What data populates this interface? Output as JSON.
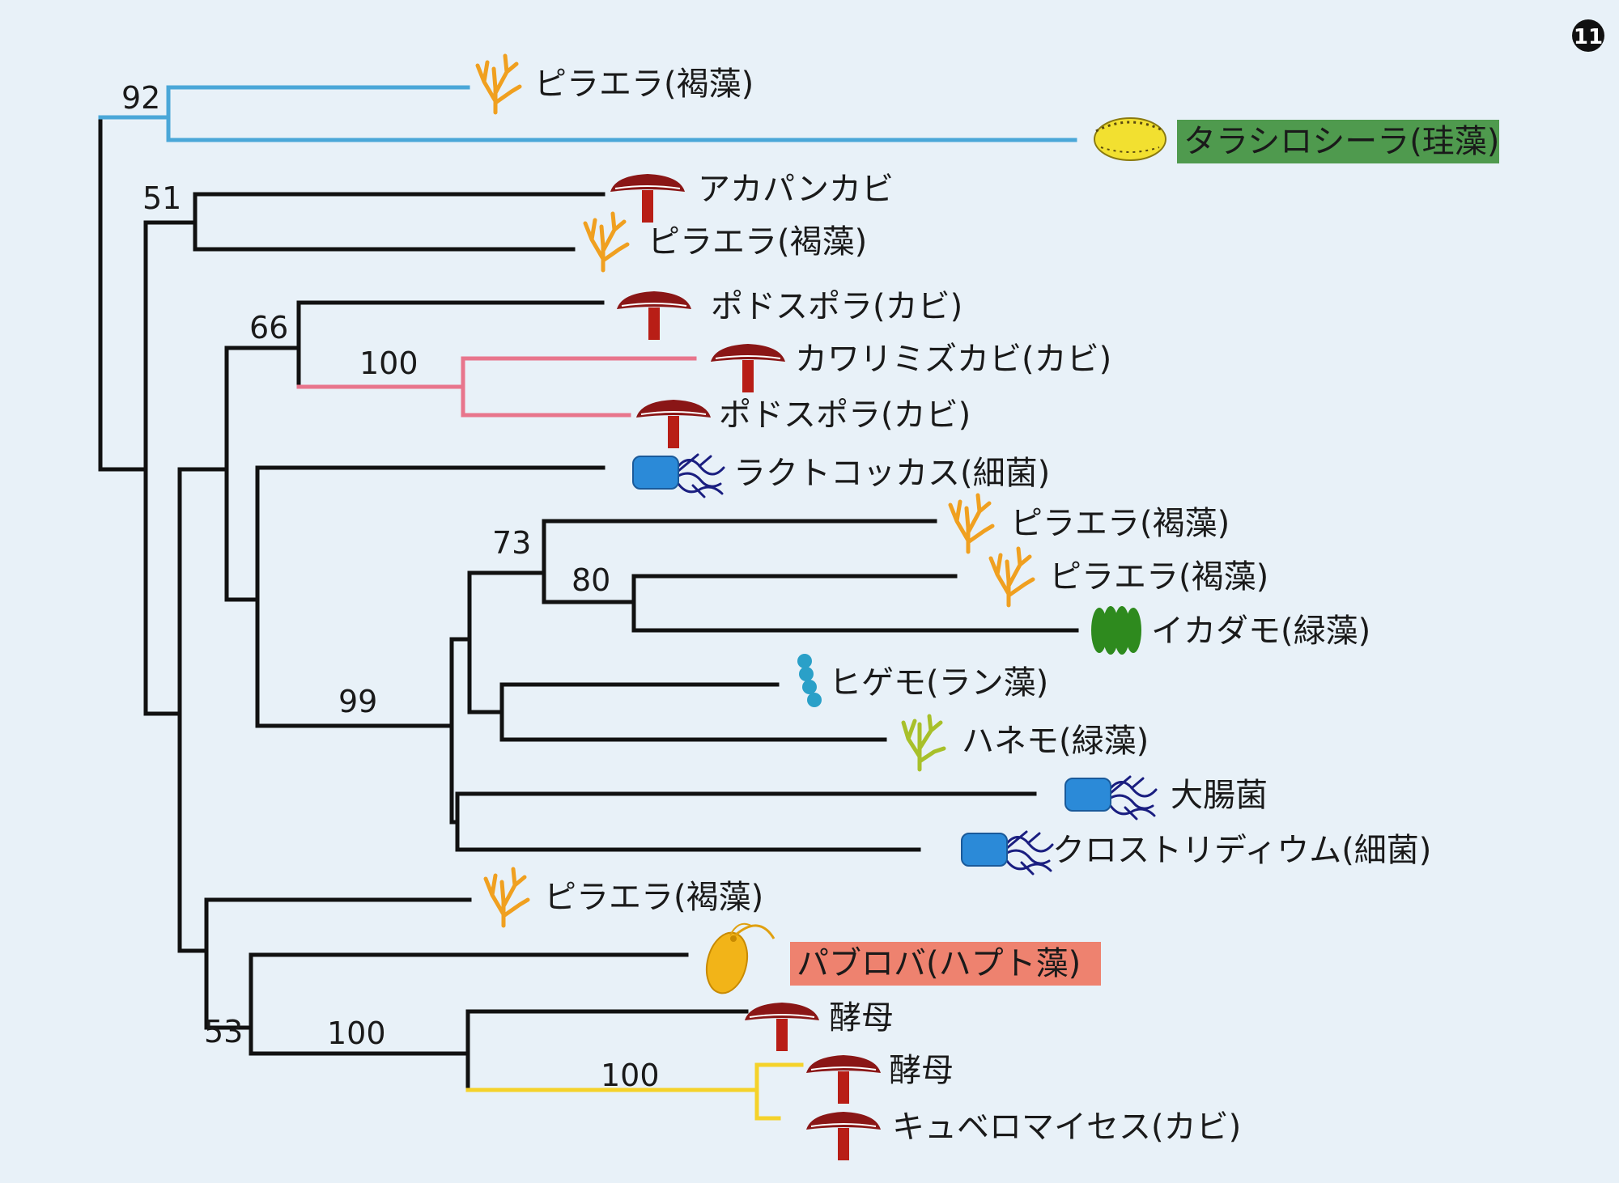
{
  "colors": {
    "background": "#e8f1f8",
    "branch_default": "#111111",
    "branch_blue": "#4aa7d8",
    "branch_pink": "#e8758c",
    "branch_yellow": "#f5d22a",
    "highlight_green": "#4f9a4e",
    "highlight_salmon": "#ee826f",
    "brown_alga": "#f0a020",
    "fungus_cap": "#8a1616",
    "fungus_stem": "#b81e16",
    "bacterium": "#2b8ad8",
    "bacterium_flagella": "#1a1e80",
    "green_alga": "#2e8a1e",
    "cyanobacterium": "#2aa0c8",
    "hanemo": "#a8c02a",
    "diatom": "#f2e030",
    "haptophyte": "#f2b418"
  },
  "corner_badge": "11",
  "taxa": [
    {
      "label": "ピラエラ(褐藻)",
      "icon": "brown-alga-icon"
    },
    {
      "label": "タラシロシーラ(珪藻)",
      "icon": "diatom-icon",
      "highlight": "green"
    },
    {
      "label": "アカパンカビ",
      "icon": "fungus-icon"
    },
    {
      "label": "ピラエラ(褐藻)",
      "icon": "brown-alga-icon"
    },
    {
      "label": "ポドスポラ(カビ)",
      "icon": "fungus-icon"
    },
    {
      "label": "カワリミズカビ(カビ)",
      "icon": "fungus-icon"
    },
    {
      "label": "ポドスポラ(カビ)",
      "icon": "fungus-icon"
    },
    {
      "label": "ラクトコッカス(細菌)",
      "icon": "bacterium-icon"
    },
    {
      "label": "ピラエラ(褐藻)",
      "icon": "brown-alga-icon"
    },
    {
      "label": "ピラエラ(褐藻)",
      "icon": "brown-alga-icon"
    },
    {
      "label": "イカダモ(緑藻)",
      "icon": "green-alga-icon"
    },
    {
      "label": "ヒゲモ(ラン藻)",
      "icon": "cyanobacterium-icon"
    },
    {
      "label": "ハネモ(緑藻)",
      "icon": "hanemo-icon"
    },
    {
      "label": "大腸菌",
      "icon": "bacterium-icon"
    },
    {
      "label": "クロストリディウム(細菌)",
      "icon": "bacterium-icon"
    },
    {
      "label": "ピラエラ(褐藻)",
      "icon": "brown-alga-icon"
    },
    {
      "label": "パブロバ(ハプト藻)",
      "icon": "haptophyte-icon",
      "highlight": "salmon"
    },
    {
      "label": "酵母",
      "icon": "fungus-icon"
    },
    {
      "label": "酵母",
      "icon": "fungus-icon"
    },
    {
      "label": "キュベロマイセス(カビ)",
      "icon": "fungus-icon"
    }
  ],
  "bootstrap_values": [
    "92",
    "51",
    "66",
    "100",
    "73",
    "80",
    "99",
    "53",
    "100",
    "100"
  ]
}
